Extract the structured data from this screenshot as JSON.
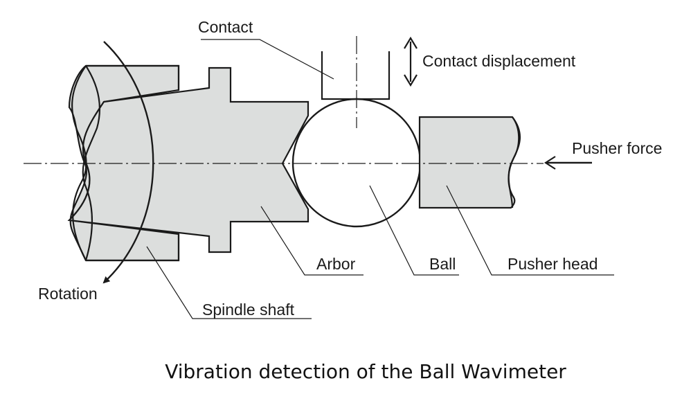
{
  "labels": {
    "contact": "Contact",
    "contact_displacement": "Contact displacement",
    "pusher_force": "Pusher force",
    "rotation": "Rotation",
    "spindle_shaft": "Spindle shaft",
    "arbor": "Arbor",
    "ball": "Ball",
    "pusher_head": "Pusher head"
  },
  "caption": "Vibration detection of the Ball Wavimeter",
  "colors": {
    "part_fill": "#dcdedd",
    "line": "#1a1a1a",
    "background": "#ffffff"
  }
}
